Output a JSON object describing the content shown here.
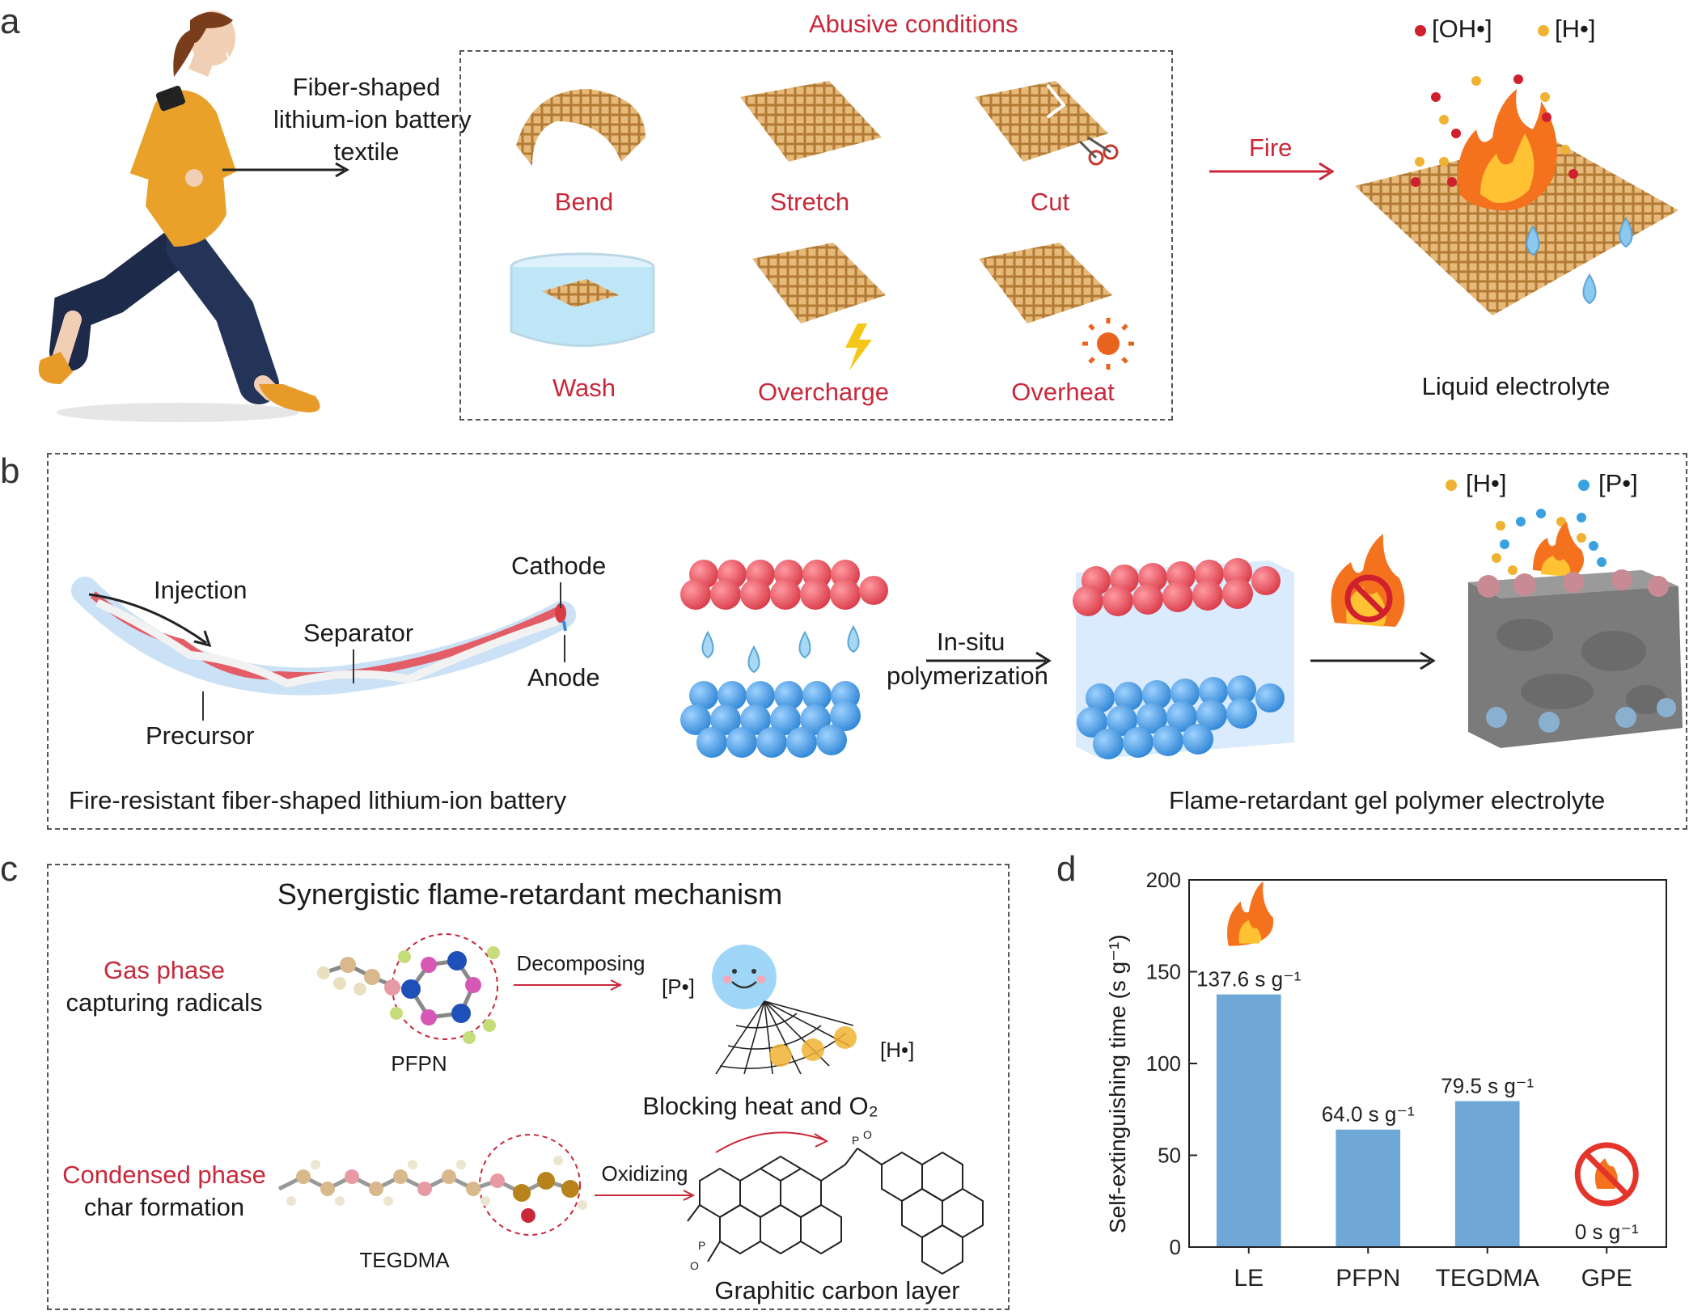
{
  "panels": {
    "a": "a",
    "b": "b",
    "c": "c",
    "d": "d"
  },
  "panel_a": {
    "fiber_label": [
      "Fiber-shaped",
      "lithium-ion battery",
      "textile"
    ],
    "abusive_title": "Abusive conditions",
    "conditions": [
      "Bend",
      "Stretch",
      "Cut",
      "Wash",
      "Overcharge",
      "Overheat"
    ],
    "fire_label": "Fire",
    "legend_oh": "[OH•]",
    "legend_h": "[H•]",
    "liquid_label": "Liquid electrolyte"
  },
  "panel_b": {
    "legend_h": "[H•]",
    "legend_p": "[P•]",
    "injection": "Injection",
    "cathode": "Cathode",
    "separator": "Separator",
    "anode": "Anode",
    "precursor": "Precursor",
    "battery_caption": "Fire-resistant fiber-shaped lithium-ion battery",
    "polymerization": [
      "In-situ",
      "polymerization"
    ],
    "gel_caption": "Flame-retardant gel polymer electrolyte"
  },
  "panel_c": {
    "title": "Synergistic flame-retardant mechanism",
    "gas_phase": "Gas phase",
    "gas_sub": "capturing radicals",
    "pfpn": "PFPN",
    "decomposing": "Decomposing",
    "p_radical": "[P•]",
    "h_radical": "[H•]",
    "blocking": "Blocking heat and O₂",
    "condensed_phase": "Condensed phase",
    "condensed_sub": "char formation",
    "tegdma": "TEGDMA",
    "oxidizing": "Oxidizing",
    "graphitic": "Graphitic carbon layer"
  },
  "chart_data": {
    "type": "bar",
    "categories": [
      "LE",
      "PFPN",
      "TEGDMA",
      "GPE"
    ],
    "values": [
      137.6,
      64.0,
      79.5,
      0
    ],
    "data_labels": [
      "137.6 s g⁻¹",
      "64.0 s g⁻¹",
      "79.5 s g⁻¹",
      "0 s g⁻¹"
    ],
    "ylabel": "Self-extinguishing time (s g⁻¹)",
    "xlabel": "",
    "ylim": [
      0,
      200
    ],
    "yticks": [
      0,
      50,
      100,
      150,
      200
    ],
    "bar_color": "#6fa8d6",
    "grid": false
  },
  "colors": {
    "accent_red": "#c8283a",
    "textile": "#d9a35a",
    "blue_sphere": "#4a9be0",
    "red_sphere": "#e8505e",
    "orange": "#f0a030"
  }
}
